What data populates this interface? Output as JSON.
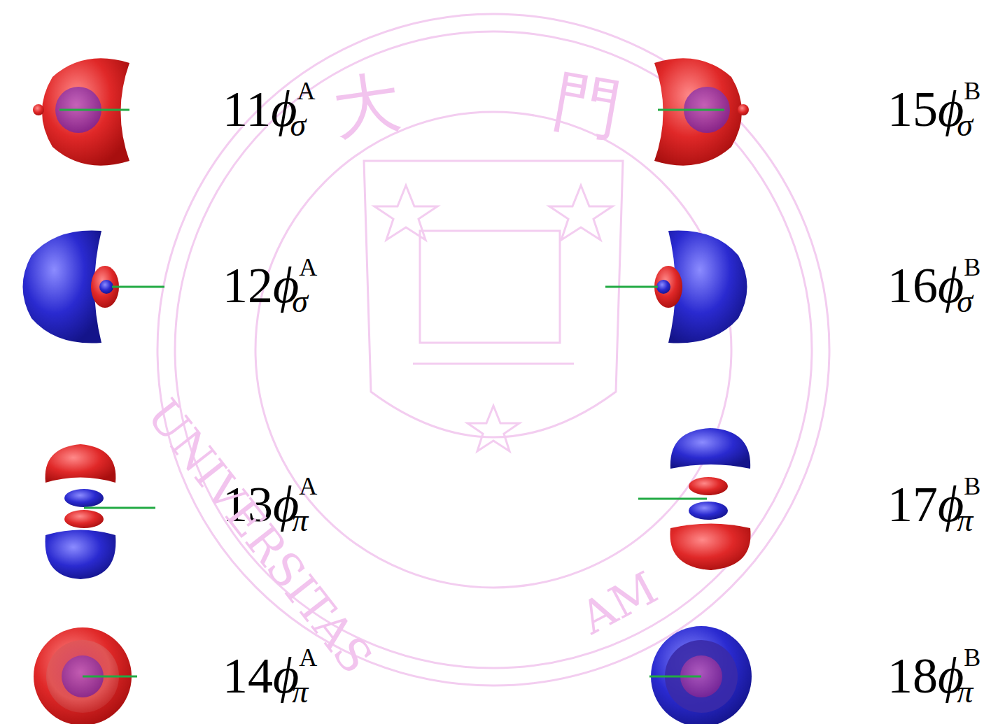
{
  "diagram": {
    "labels": [
      "11",
      "ϕ",
      "σ",
      "A",
      "15",
      "ϕ",
      "σ",
      "B",
      "12",
      "ϕ",
      "σ",
      "A",
      "16",
      "ϕ",
      "σ",
      "B",
      "13",
      "ϕ",
      "π",
      "A",
      "17",
      "ϕ",
      "π",
      "B",
      "14",
      "ϕ",
      "π",
      "A",
      "18",
      "ϕ",
      "π",
      "B",
      "大",
      "門",
      "UNIVERSITAS",
      "AM"
    ]
  }
}
